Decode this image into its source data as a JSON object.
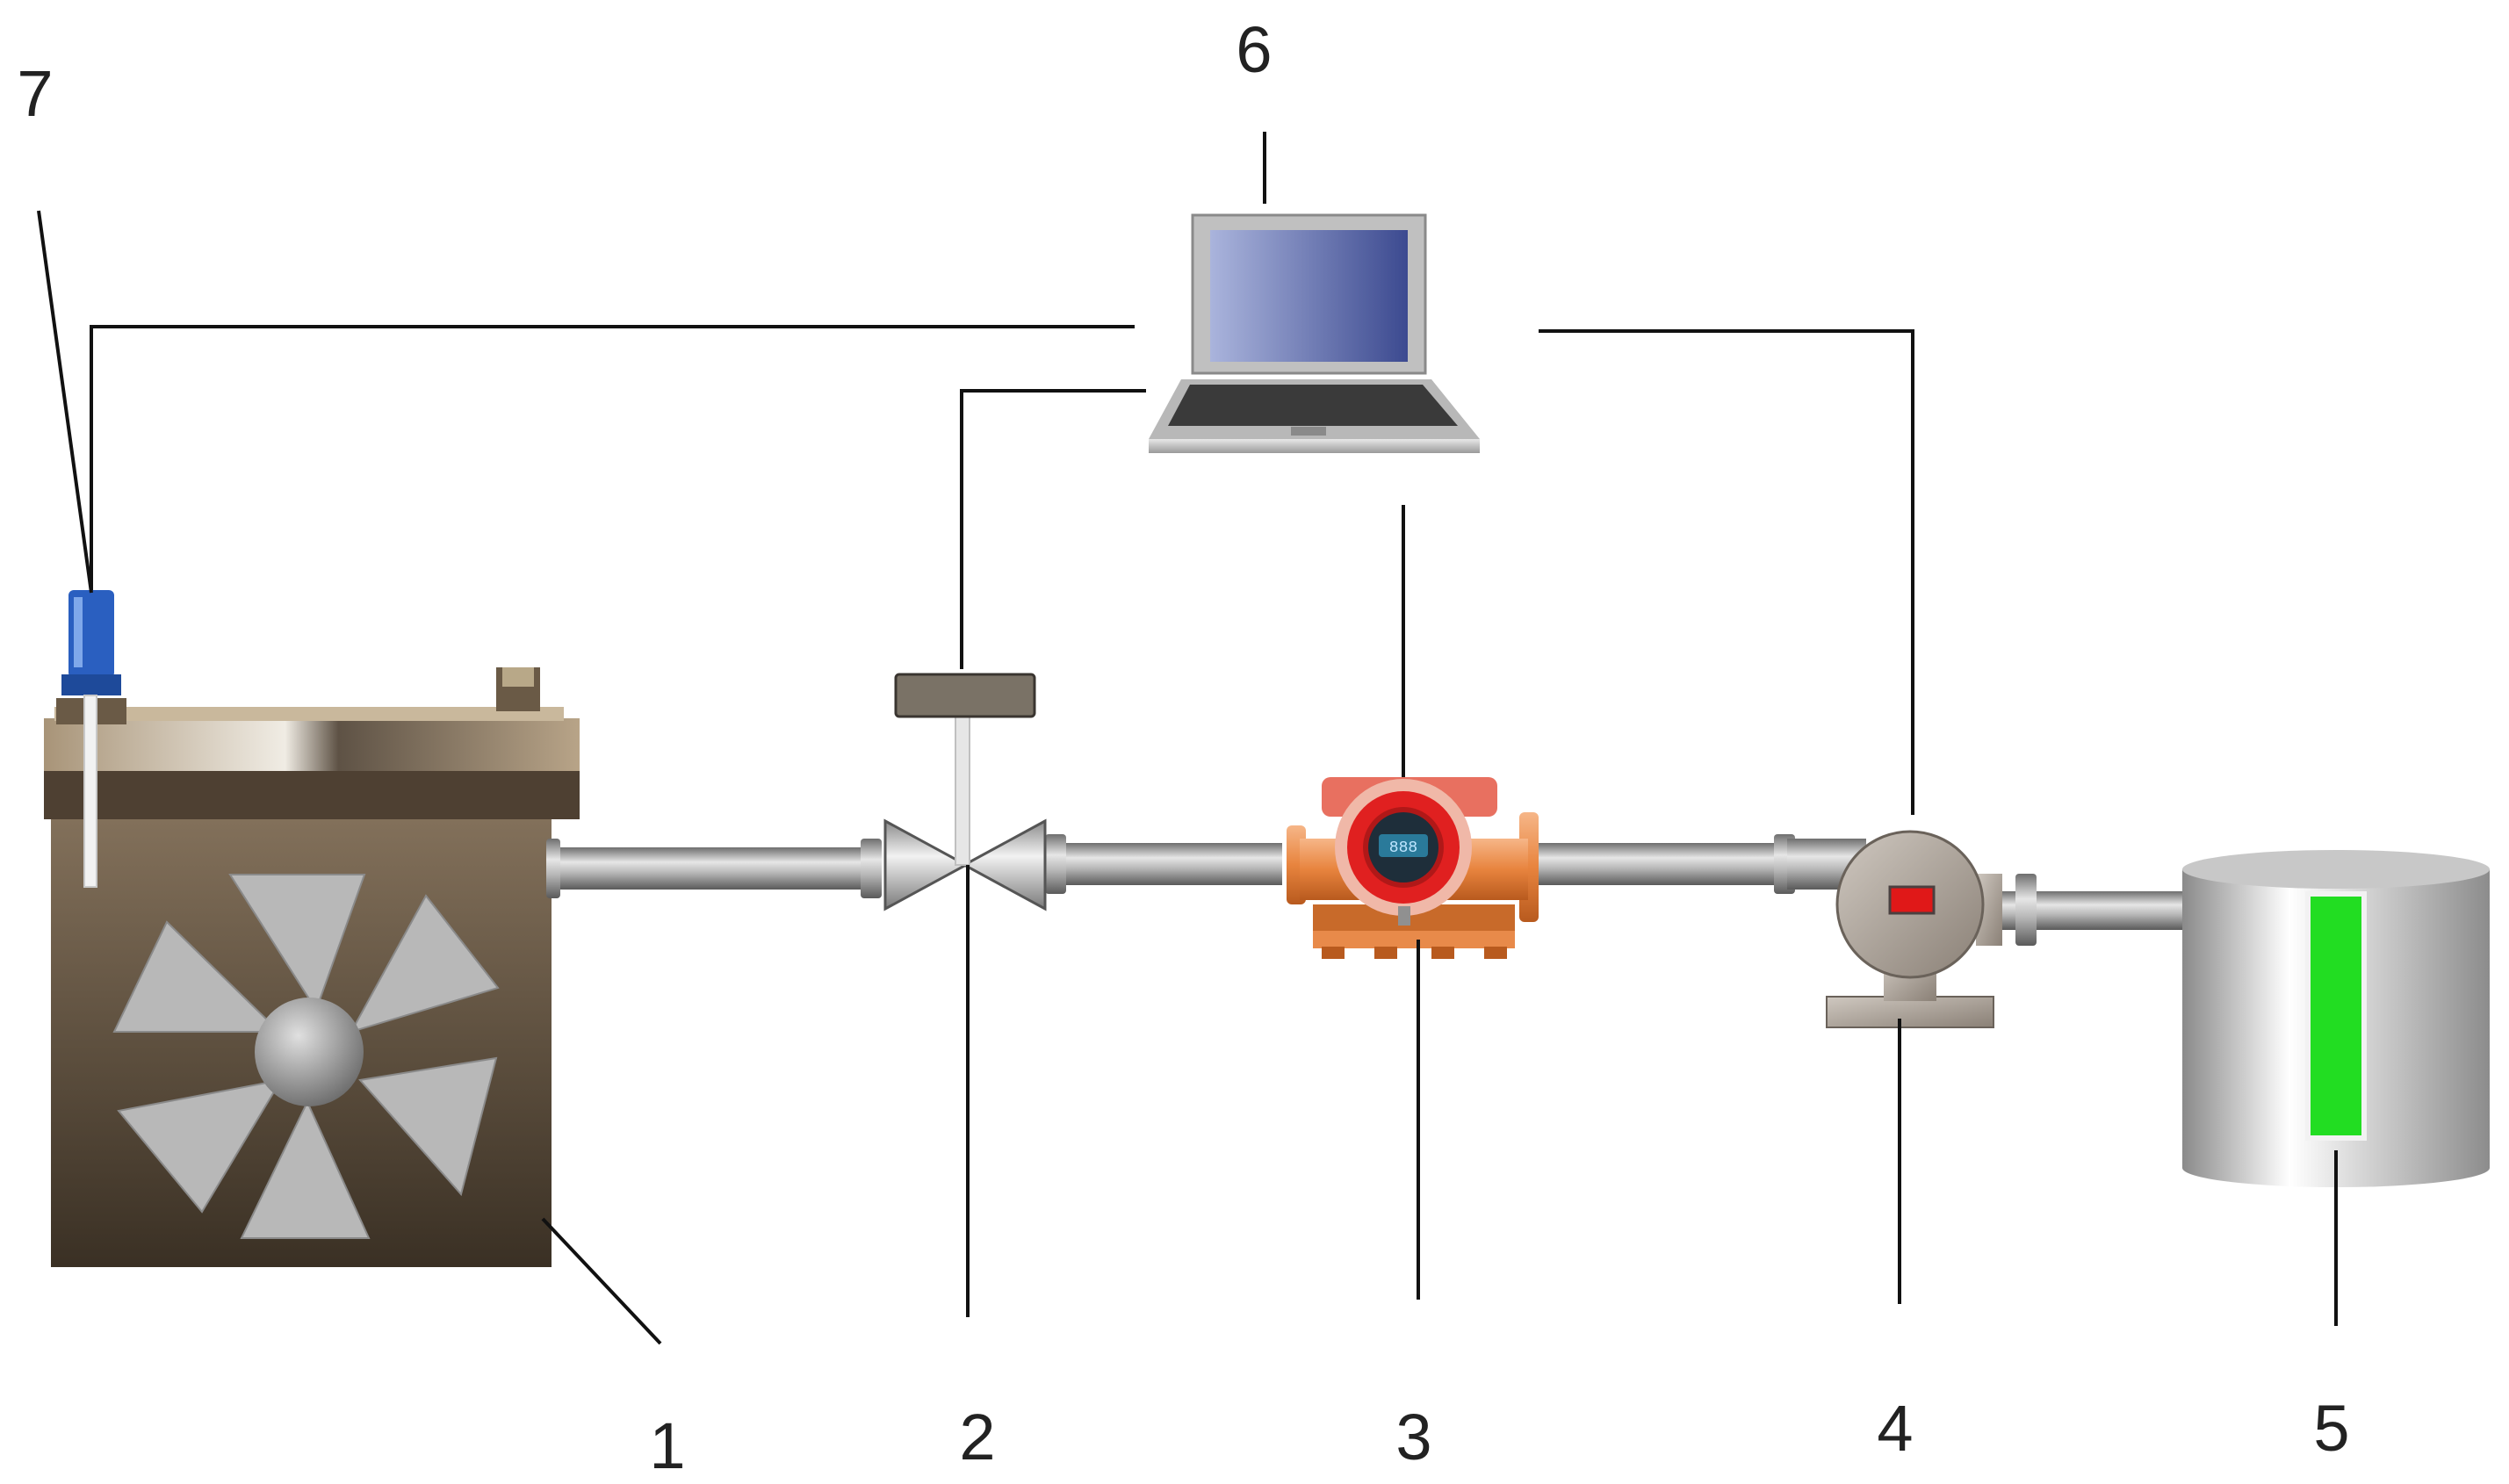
{
  "labels": {
    "l1": "1",
    "l2": "2",
    "l3": "3",
    "l4": "4",
    "l5": "5",
    "l6": "6",
    "l7": "7"
  },
  "components": {
    "engine": "engine-with-fan-icon",
    "valve": "throttle-valve-icon",
    "flowmeter": "flowmeter-icon",
    "pressure_sensor": "pressure-transmitter-icon",
    "tank": "tank-icon",
    "computer": "laptop-icon",
    "probe": "sensor-probe-icon"
  },
  "colors": {
    "line": "#111111",
    "pipe": "#9a9a9a",
    "engine_body": "#5a4c3a",
    "flowmeter_body": "#e88a4a",
    "flowmeter_ring": "#e02020",
    "sensor_window": "#e01818",
    "tank_gauge": "#22dd22",
    "laptop_screen": "#4a5aa0",
    "probe": "#2a5fc0"
  }
}
